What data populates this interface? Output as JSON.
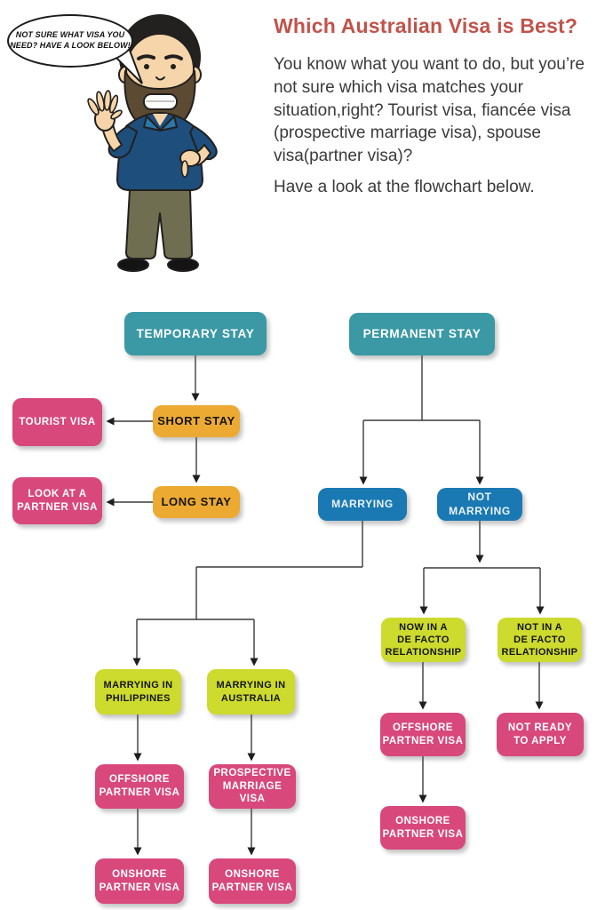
{
  "header": {
    "speech_bubble": "NOT SURE WHAT VISA YOU\nNEED? HAVE A LOOK BELOW!",
    "title": "Which Australian Visa is Best?",
    "intro": "You know what you want to do, but you’re not sure which visa matches your situation,right? Tourist visa, fiancée visa (prospective marriage visa), spouse visa(partner visa)?",
    "cta": "Have a look at the flowchart below."
  },
  "colors": {
    "teal": "#3a99a5",
    "blue": "#1a79b2",
    "amber": "#edaa33",
    "pink": "#d8487b",
    "yellow": "#cdda2e",
    "title": "#c1534a",
    "body_text": "#3a3a3a",
    "line": "#3a3a3a"
  },
  "flowchart": {
    "nodes": [
      {
        "id": "temporary-stay",
        "label": "TEMPORARY STAY",
        "color": "teal"
      },
      {
        "id": "permanent-stay",
        "label": "PERMANENT STAY",
        "color": "teal"
      },
      {
        "id": "short-stay",
        "label": "SHORT STAY",
        "color": "amber"
      },
      {
        "id": "tourist-visa",
        "label": "TOURIST VISA",
        "color": "pink"
      },
      {
        "id": "long-stay",
        "label": "LONG STAY",
        "color": "amber"
      },
      {
        "id": "look-at-a-partner-visa",
        "label": "LOOK AT A\nPARTNER VISA",
        "color": "pink"
      },
      {
        "id": "marrying",
        "label": "MARRYING",
        "color": "blue"
      },
      {
        "id": "not-marrying",
        "label": "NOT MARRYING",
        "color": "blue"
      },
      {
        "id": "marrying-in-philippines",
        "label": "MARRYING IN\nPHILIPPINES",
        "color": "yellow"
      },
      {
        "id": "marrying-in-australia",
        "label": "MARRYING IN\nAUSTRALIA",
        "color": "yellow"
      },
      {
        "id": "now-in-a-de-facto",
        "label": "NOW IN A\nDE FACTO\nRELATIONSHIP",
        "color": "yellow"
      },
      {
        "id": "not-in-a-de-facto",
        "label": "NOT IN A\nDE FACTO\nRELATIONSHIP",
        "color": "yellow"
      },
      {
        "id": "offshore-partner-visa-left",
        "label": "OFFSHORE\nPARTNER VISA",
        "color": "pink"
      },
      {
        "id": "prospective-marriage-visa",
        "label": "PROSPECTIVE\nMARRIAGE VISA",
        "color": "pink"
      },
      {
        "id": "offshore-partner-visa-right",
        "label": "OFFSHORE\nPARTNER VISA",
        "color": "pink"
      },
      {
        "id": "not-ready-to-apply",
        "label": "NOT READY\nTO APPLY",
        "color": "pink"
      },
      {
        "id": "onshore-partner-visa-left",
        "label": "ONSHORE\nPARTNER VISA",
        "color": "pink"
      },
      {
        "id": "onshore-partner-visa-mid",
        "label": "ONSHORE\nPARTNER VISA",
        "color": "pink"
      },
      {
        "id": "onshore-partner-visa-right",
        "label": "ONSHORE\nPARTNER VISA",
        "color": "pink"
      }
    ]
  }
}
